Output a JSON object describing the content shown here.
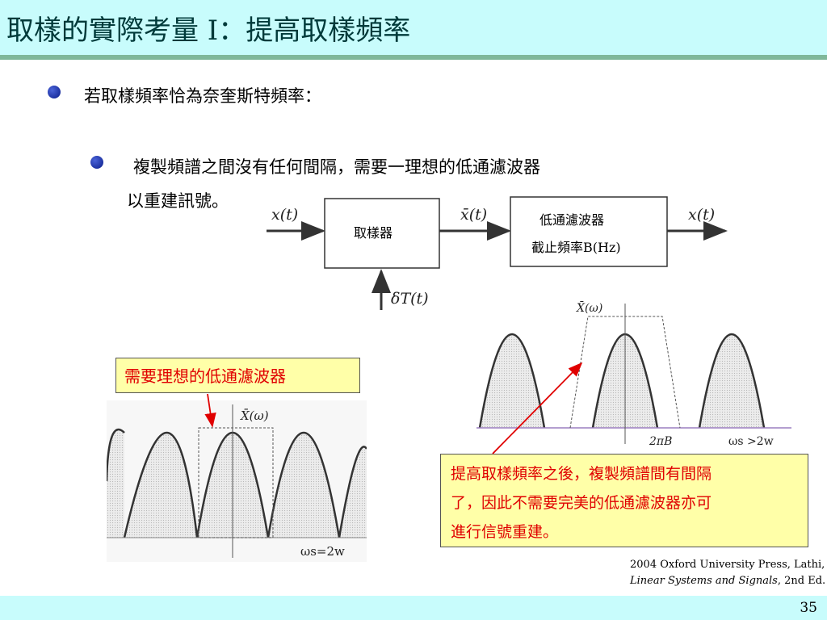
{
  "title": "取樣的實際考量 I：提高取樣頻率",
  "bullets": {
    "b1": "若取樣頻率恰為奈奎斯特頻率：",
    "b2_line1": "複製頻譜之間沒有任何間隔，需要一理想的低通濾波器",
    "b2_line2": "以重建訊號。"
  },
  "block_diagram": {
    "input_label": "x(t)",
    "sampler_label": "取樣器",
    "sampled_label": "x̄(t)",
    "filter_line1": "低通濾波器",
    "filter_line2": "截止頻率B(Hz)",
    "output_label": "x(t)",
    "impulse_label": "δT(t)"
  },
  "spectrum_left": {
    "axis_label": "X̄(ω)",
    "ws_label": "ωs=2w"
  },
  "spectrum_right": {
    "axis_label": "X̄(ω)",
    "tick_2piB": "2πB",
    "ws_label": "ωs >2w"
  },
  "callouts": {
    "left": "需要理想的低通濾波器",
    "right_line1": "提高取樣頻率之後，複製頻譜間有間隔",
    "right_line2": "了，因此不需要完美的低通濾波器亦可",
    "right_line3": "進行信號重建。"
  },
  "reference": {
    "line1": "2004 Oxford University Press, Lathi,",
    "line2_italic": "Linear Systems and Signals",
    "line2_rest": ", 2nd Ed."
  },
  "page_number": "35",
  "colors": {
    "title_bar": "#c8fcfc",
    "title_rule": "#7fb89a",
    "callout_bg": "#ffffa8",
    "callout_text": "#e00000",
    "bullet": "#1a2fb0"
  }
}
